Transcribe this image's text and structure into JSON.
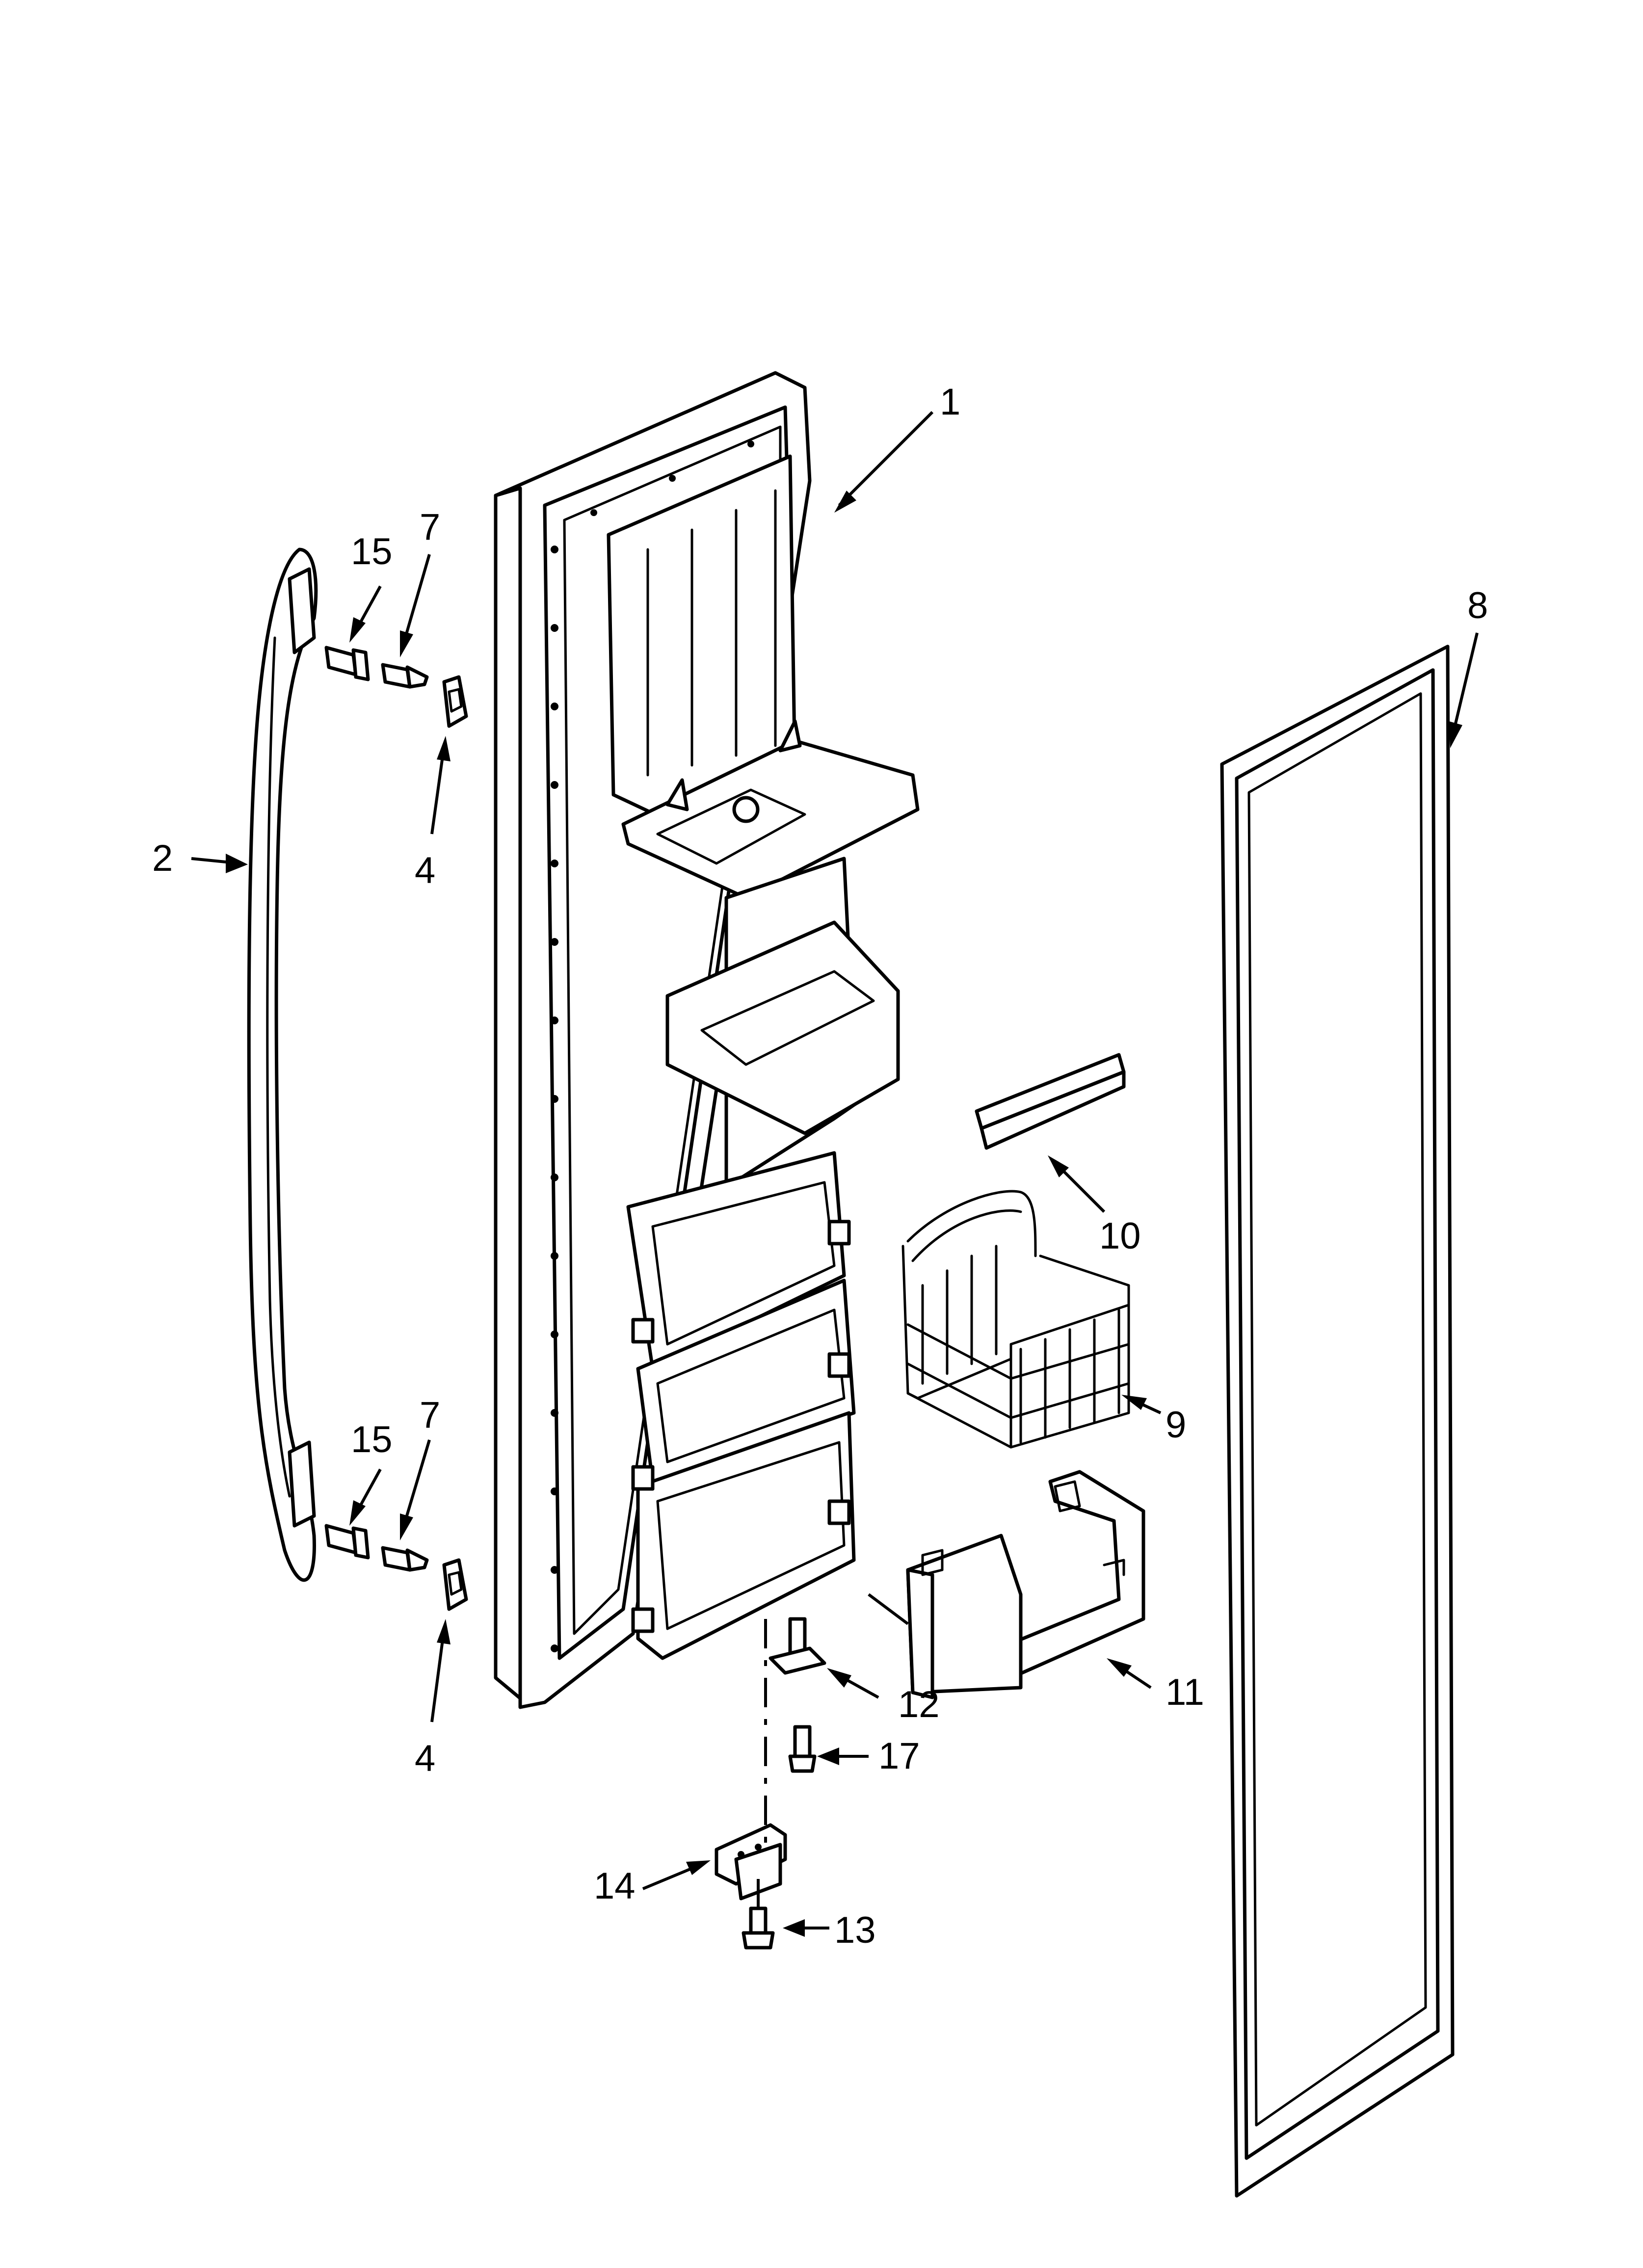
{
  "diagram": {
    "colors": {
      "ink": "#000000",
      "paper": "#ffffff"
    },
    "callouts": [
      {
        "id": "1",
        "text": "1"
      },
      {
        "id": "2",
        "text": "2"
      },
      {
        "id": "4a",
        "text": "4"
      },
      {
        "id": "4b",
        "text": "4"
      },
      {
        "id": "7a",
        "text": "7"
      },
      {
        "id": "7b",
        "text": "7"
      },
      {
        "id": "8",
        "text": "8"
      },
      {
        "id": "9",
        "text": "9"
      },
      {
        "id": "10",
        "text": "10"
      },
      {
        "id": "11",
        "text": "11"
      },
      {
        "id": "12",
        "text": "12"
      },
      {
        "id": "13",
        "text": "13"
      },
      {
        "id": "14",
        "text": "14"
      },
      {
        "id": "15a",
        "text": "15"
      },
      {
        "id": "15b",
        "text": "15"
      },
      {
        "id": "17",
        "text": "17"
      }
    ]
  }
}
